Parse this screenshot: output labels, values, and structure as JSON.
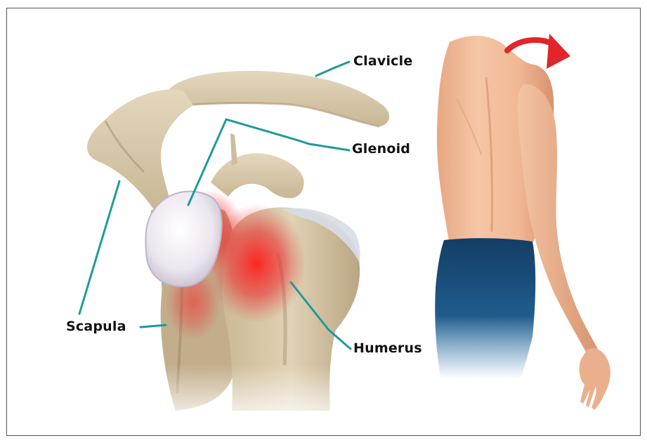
{
  "labels": {
    "clavicle": "Clavicle",
    "glenoid": "Glenoid",
    "scapula": "Scapula",
    "humerus": "Humerus"
  },
  "colors": {
    "bone": "#d9ccb0",
    "bone_shadow": "#a8987a",
    "inflammation": "#e8282a",
    "cartilage": "#f1eef4",
    "leader_line": "#1f9a9a",
    "skin": "#f0b895",
    "skin_shadow": "#d98f6c",
    "pants": "#1b4f7a",
    "arrow": "#e0262b",
    "frame_border": "#555555"
  },
  "icons": {
    "rotation_arrow": "curved-arrow-icon"
  }
}
